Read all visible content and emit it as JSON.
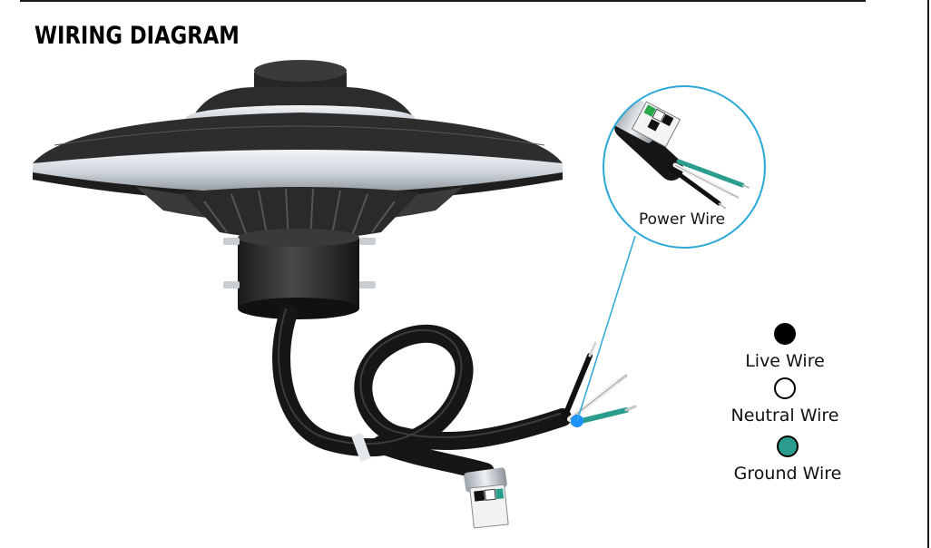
{
  "title": "WIRING DIAGRAM",
  "callout": {
    "label": "Power Wire"
  },
  "legend": [
    {
      "label": "Live Wire",
      "color": "#000000",
      "border": "#000000"
    },
    {
      "label": "Neutral Wire",
      "color": "#ffffff",
      "border": "#000000"
    },
    {
      "label": "Ground Wire",
      "color": "#2a9d8f",
      "border": "#000000"
    }
  ],
  "colors": {
    "callout_ring": "#29a8d8",
    "connector_dot": "#1e90ff",
    "fixture_body": "#2a2a2a",
    "cable": "#1a1a1a",
    "ground_wire": "#2a9d8f"
  }
}
